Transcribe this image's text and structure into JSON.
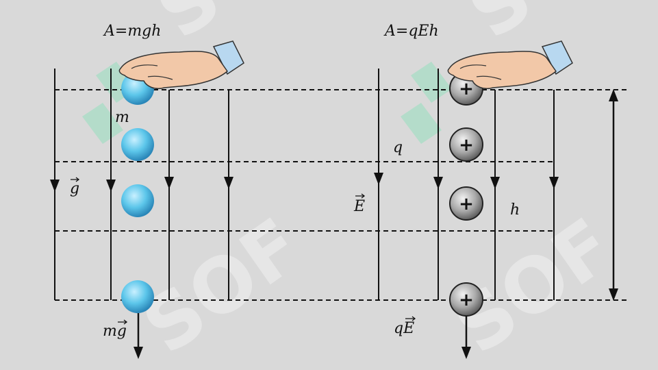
{
  "formulas": {
    "gravity_work": "A=mgh",
    "electric_work": "A=qEh"
  },
  "labels": {
    "mass": "m",
    "gravity_field": "g",
    "weight_force": "mg",
    "charge": "q",
    "electric_field": "E",
    "electric_force": "qE",
    "height": "h",
    "charge_sign": "+"
  },
  "watermark": "SOF",
  "colors": {
    "background": "#d9d9d9",
    "lines": "#111111",
    "neutral_ball": "#5cc6ea",
    "charged_ball": "#8a8a8a",
    "hand": "#f2c8a8",
    "cuff": "#b8d8f0",
    "watermark_mark": "#6fe3b0"
  }
}
